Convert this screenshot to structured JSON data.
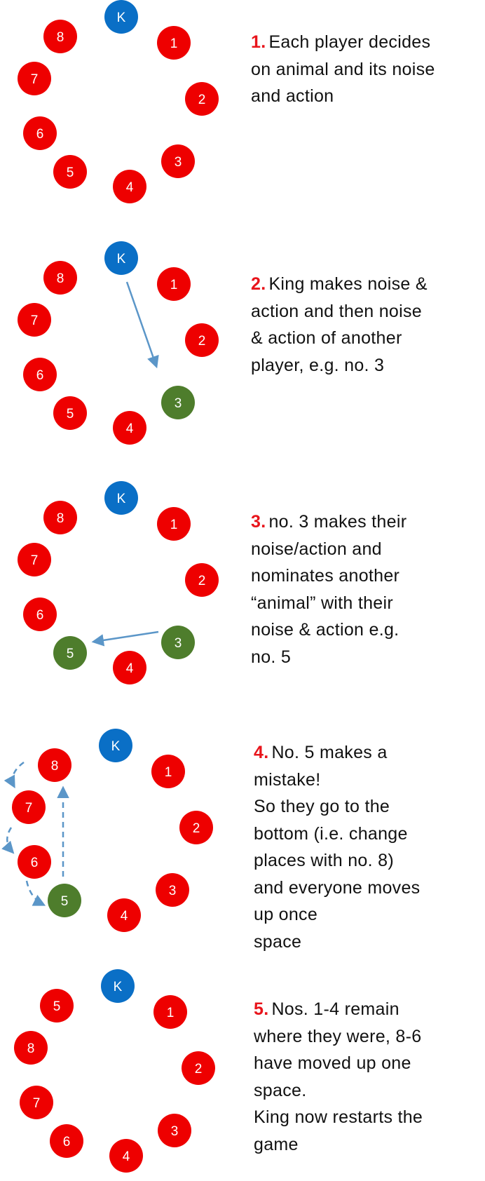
{
  "colors": {
    "player": "#ee0000",
    "king": "#0a6fc6",
    "highlight": "#4e7d2c",
    "arrow": "#5b96c8",
    "number_label": "#e8141b",
    "text": "#111111"
  },
  "panels": [
    {
      "number": "1.",
      "lines": [
        "Each player decides",
        "on animal and its noise",
        "and action"
      ],
      "circles": [
        {
          "label": "K",
          "role": "king"
        },
        {
          "label": "1",
          "role": "player"
        },
        {
          "label": "2",
          "role": "player"
        },
        {
          "label": "3",
          "role": "player"
        },
        {
          "label": "4",
          "role": "player"
        },
        {
          "label": "5",
          "role": "player"
        },
        {
          "label": "6",
          "role": "player"
        },
        {
          "label": "7",
          "role": "player"
        },
        {
          "label": "8",
          "role": "player"
        }
      ]
    },
    {
      "number": "2.",
      "lines": [
        "King makes noise &",
        "action and then noise",
        "& action of another",
        "player, e.g. no. 3"
      ],
      "circles": [
        {
          "label": "K",
          "role": "king"
        },
        {
          "label": "1",
          "role": "player"
        },
        {
          "label": "2",
          "role": "player"
        },
        {
          "label": "3",
          "role": "highlight"
        },
        {
          "label": "4",
          "role": "player"
        },
        {
          "label": "5",
          "role": "player"
        },
        {
          "label": "6",
          "role": "player"
        },
        {
          "label": "7",
          "role": "player"
        },
        {
          "label": "8",
          "role": "player"
        }
      ]
    },
    {
      "number": "3.",
      "lines": [
        "no. 3 makes their",
        "noise/action and",
        "nominates another",
        "“animal” with their",
        "noise & action e.g.",
        "no. 5"
      ],
      "circles": [
        {
          "label": "K",
          "role": "king"
        },
        {
          "label": "1",
          "role": "player"
        },
        {
          "label": "2",
          "role": "player"
        },
        {
          "label": "3",
          "role": "highlight"
        },
        {
          "label": "4",
          "role": "player"
        },
        {
          "label": "5",
          "role": "highlight"
        },
        {
          "label": "6",
          "role": "player"
        },
        {
          "label": "7",
          "role": "player"
        },
        {
          "label": "8",
          "role": "player"
        }
      ]
    },
    {
      "number": "4.",
      "lines": [
        "No. 5 makes a",
        "mistake!",
        "So they go to the",
        "bottom (i.e. change",
        "places with no. 8)",
        "and everyone moves",
        "up once",
        "space"
      ],
      "circles": [
        {
          "label": "K",
          "role": "king"
        },
        {
          "label": "1",
          "role": "player"
        },
        {
          "label": "2",
          "role": "player"
        },
        {
          "label": "3",
          "role": "player"
        },
        {
          "label": "4",
          "role": "player"
        },
        {
          "label": "5",
          "role": "highlight"
        },
        {
          "label": "6",
          "role": "player"
        },
        {
          "label": "7",
          "role": "player"
        },
        {
          "label": "8",
          "role": "player"
        }
      ]
    },
    {
      "number": "5.",
      "lines": [
        "Nos. 1-4 remain",
        "where they were, 8-6",
        "have moved up one",
        "space.",
        "King now restarts the",
        "game"
      ],
      "circles": [
        {
          "label": "K",
          "role": "king"
        },
        {
          "label": "1",
          "role": "player"
        },
        {
          "label": "2",
          "role": "player"
        },
        {
          "label": "3",
          "role": "player"
        },
        {
          "label": "4",
          "role": "player"
        },
        {
          "label": "6",
          "role": "player"
        },
        {
          "label": "7",
          "role": "player"
        },
        {
          "label": "8",
          "role": "player"
        },
        {
          "label": "5",
          "role": "player"
        }
      ]
    }
  ]
}
